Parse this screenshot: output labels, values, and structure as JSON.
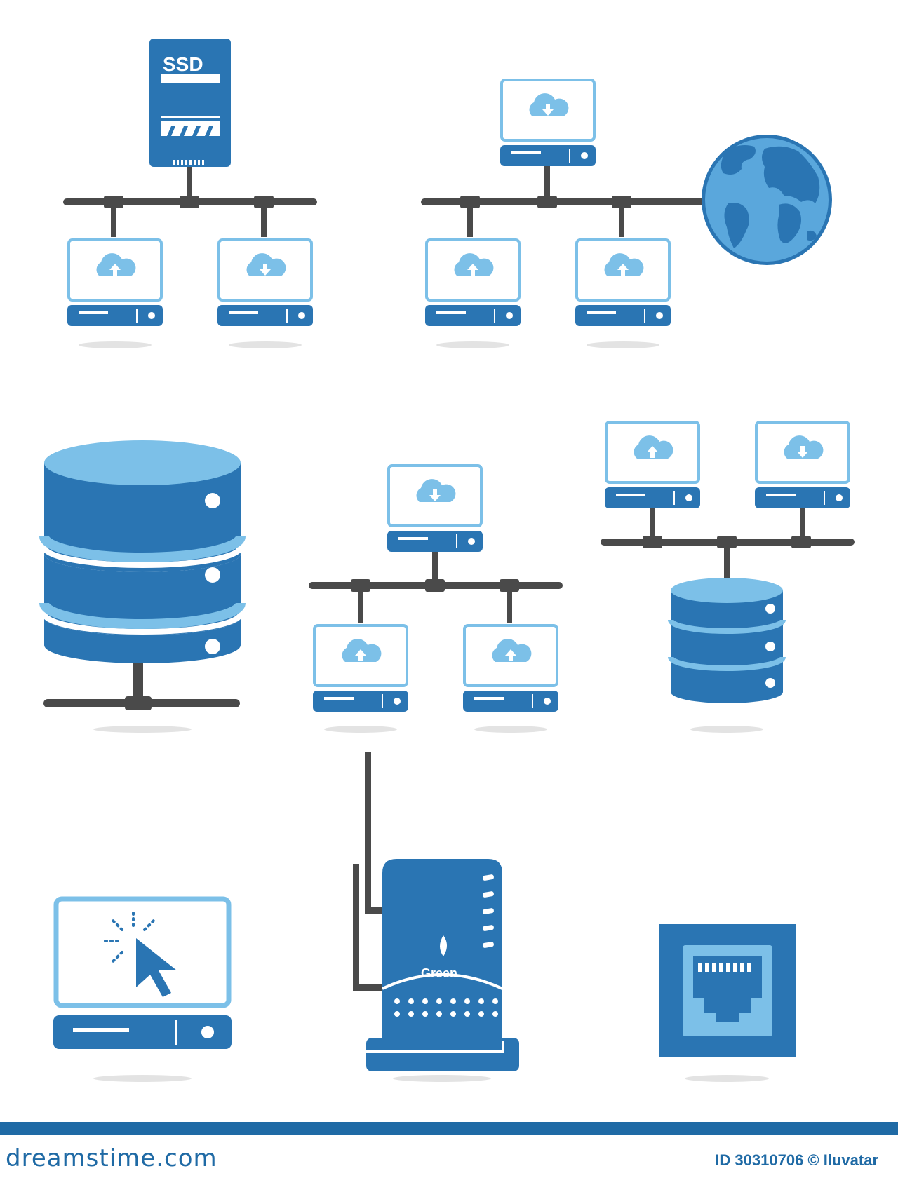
{
  "colors": {
    "primary_blue": "#2a75b3",
    "light_blue": "#7cc0e8",
    "pale_blue": "#cde6f6",
    "connector_gray": "#4a4a4a",
    "shadow": "#e3e3e3"
  },
  "icons": [
    {
      "name": "ssd-network-diagram",
      "drive_label": "SSD"
    },
    {
      "name": "internet-network-diagram"
    },
    {
      "name": "database-server-icon"
    },
    {
      "name": "three-computer-network"
    },
    {
      "name": "computers-to-database-network"
    },
    {
      "name": "computer-click-icon"
    },
    {
      "name": "wireless-router-icon",
      "router_label": "Green"
    },
    {
      "name": "ethernet-port-icon"
    }
  ],
  "footer": {
    "logo_text": "dreamstime.com",
    "credit_text": "ID 30310706 © Iluvatar"
  }
}
